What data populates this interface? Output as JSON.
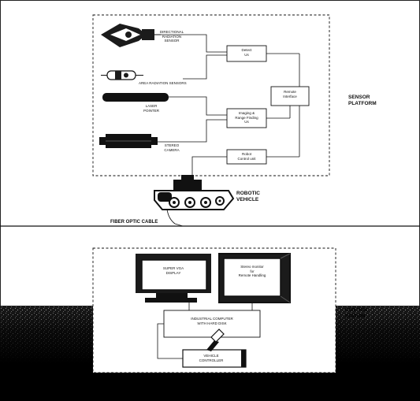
{
  "diagram": {
    "sensor_platform": {
      "title": "SENSOR\nPLATFORM",
      "directional_sensor": "DIRECTIONAL\nRADIATION\nSENSOR",
      "area_sensors": "AREA RADIATION SENSORS",
      "laser_pointer": "LASER\nPOINTER",
      "stereo_camera": "STEREO\nCAMERA",
      "detect_box": "Detect\nUs",
      "imaging_box": "Imaging &\nRange Finding\nUs",
      "robot_box": "Robot\nControl unit",
      "remote_box": "Remote\nInterface",
      "robotic_vehicle": "ROBOTIC\nVEHICLE"
    },
    "cable": "FIBER OPTIC CABLE",
    "control_station": {
      "title": "CONTROL\nSTATION",
      "svga_display": "SUPER VGA\nDISPLAY",
      "stereo_monitor": "Stereo monitor\nfor\nRemote Handling",
      "computer": "INDUSTRIAL COMPUTER\nWITH HARD DISK",
      "vehicle_controller": "VEHICLE\nCONTROLLER"
    }
  },
  "colors": {
    "ink": "#111111",
    "paper": "#ffffff",
    "dark": "#0b0b0b"
  }
}
